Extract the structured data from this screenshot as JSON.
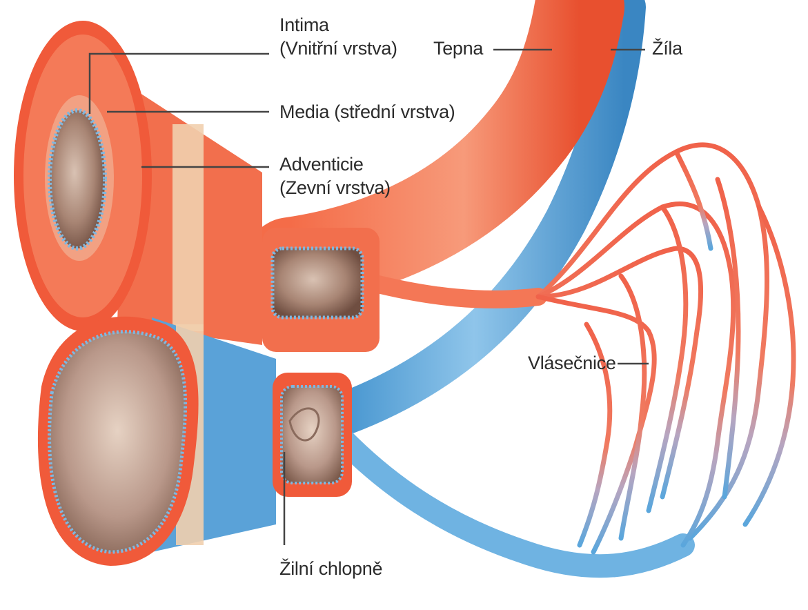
{
  "labels": {
    "intima": {
      "name": "Intima",
      "translation": "(Vnitřní vrstva)"
    },
    "media": "Media (střední vrstva)",
    "adventicie": {
      "name": "Adventicie",
      "translation": "(Zevní vrstva)"
    },
    "tepna": "Tepna",
    "zila": "Žíla",
    "vlasecnice": "Vlásečnice",
    "zilni_chlopne": "Žilní chlopně"
  },
  "colors": {
    "artery": "#f05a3a",
    "artery_light": "#f79a7a",
    "vein": "#4a9fd8",
    "vein_light": "#8fc5ea",
    "lumen": "#a07a6a",
    "intima_dots": "#7fb8e0",
    "adventitia": "#f1cfae",
    "leader_line": "#444444"
  }
}
